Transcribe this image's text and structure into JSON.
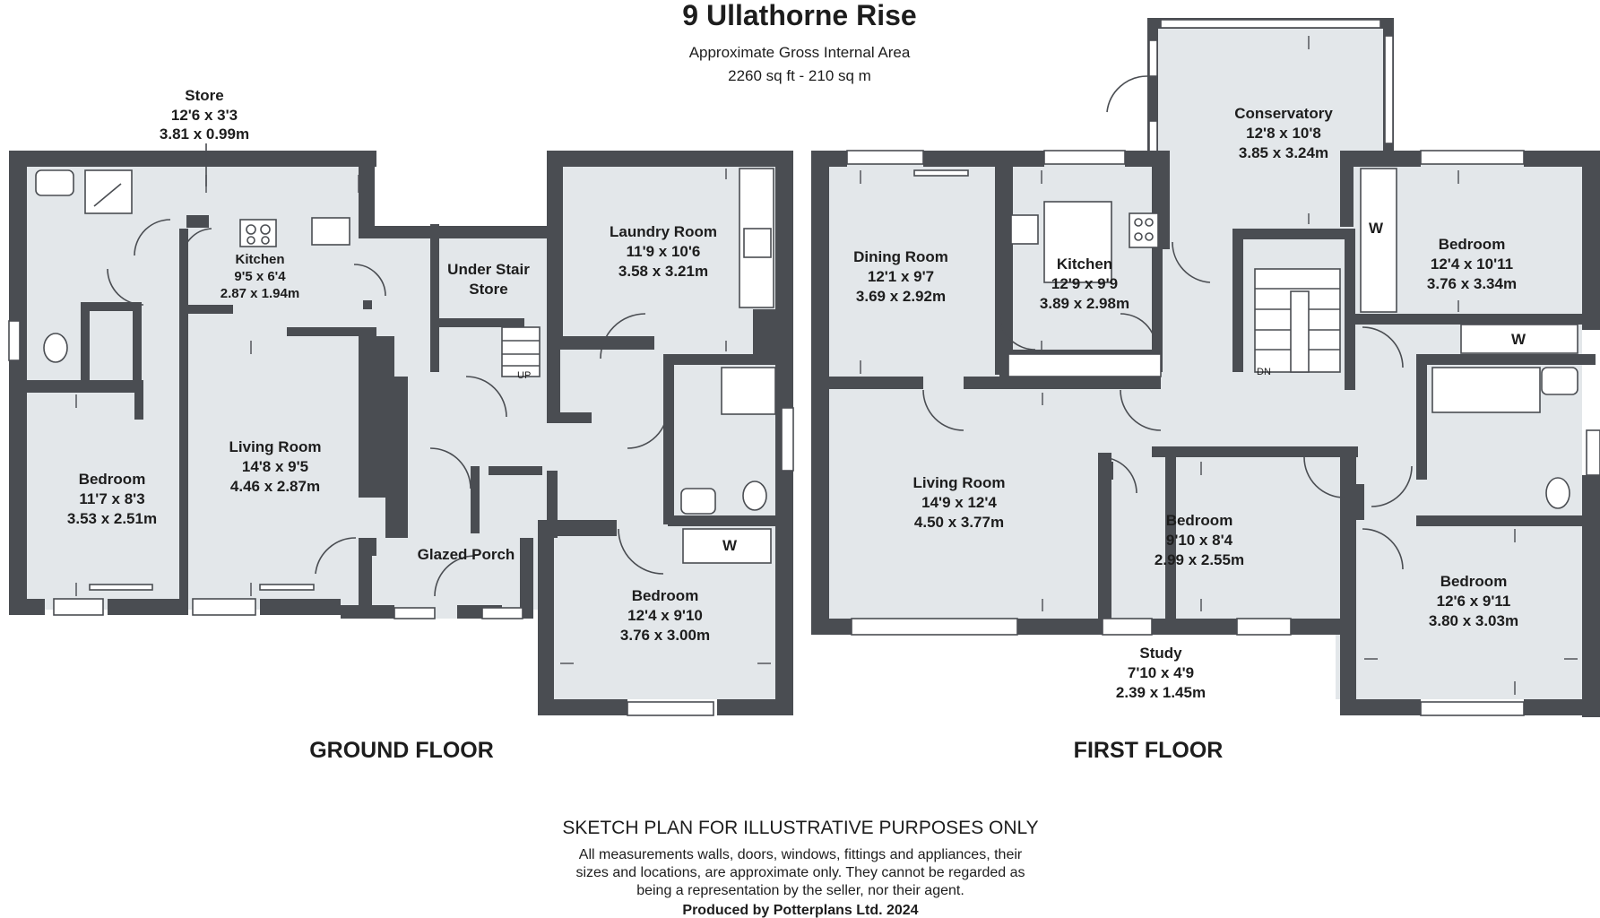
{
  "header": {
    "title": "9 Ullathorne Rise",
    "subtitle": "Approximate Gross Internal Area",
    "area": "2260 sq ft - 210 sq m"
  },
  "ground_floor": {
    "title": "GROUND FLOOR",
    "rooms": [
      {
        "name": "Store",
        "imperial": "12'6 x 3'3",
        "metric": "3.81 x 0.99m"
      },
      {
        "name": "Kitchen",
        "imperial": "9'5 x 6'4",
        "metric": "2.87 x 1.94m"
      },
      {
        "name_line1": "Under Stair",
        "name_line2": "Store"
      },
      {
        "name": "Laundry Room",
        "imperial": "11'9 x 10'6",
        "metric": "3.58 x 3.21m"
      },
      {
        "name": "Bedroom",
        "imperial": "11'7 x 8'3",
        "metric": "3.53 x 2.51m"
      },
      {
        "name": "Living Room",
        "imperial": "14'8 x 9'5",
        "metric": "4.46 x 2.87m"
      },
      {
        "name": "Glazed Porch"
      },
      {
        "name": "Bedroom",
        "imperial": "12'4 x 9'10",
        "metric": "3.76 x 3.00m"
      }
    ],
    "marks": {
      "up": "UP",
      "wardrobe": "W"
    }
  },
  "first_floor": {
    "title": "FIRST FLOOR",
    "rooms": [
      {
        "name": "Conservatory",
        "imperial": "12'8 x 10'8",
        "metric": "3.85 x 3.24m"
      },
      {
        "name": "Dining Room",
        "imperial": "12'1 x 9'7",
        "metric": "3.69 x 2.92m"
      },
      {
        "name": "Kitchen",
        "imperial": "12'9 x 9'9",
        "metric": "3.89 x 2.98m"
      },
      {
        "name": "Bedroom",
        "imperial": "12'4 x 10'11",
        "metric": "3.76 x 3.34m"
      },
      {
        "name": "Living Room",
        "imperial": "14'9 x 12'4",
        "metric": "4.50 x 3.77m"
      },
      {
        "name": "Bedroom",
        "imperial": "9'10 x 8'4",
        "metric": "2.99 x 2.55m"
      },
      {
        "name": "Bedroom",
        "imperial": "12'6 x 9'11",
        "metric": "3.80 x 3.03m"
      },
      {
        "name": "Study",
        "imperial": "7'10 x 4'9",
        "metric": "2.39 x 1.45m"
      }
    ],
    "marks": {
      "down": "DN",
      "wardrobe1": "W",
      "wardrobe2": "W"
    }
  },
  "disclaimer": {
    "heading": "SKETCH PLAN FOR ILLUSTRATIVE PURPOSES ONLY",
    "line1": "All measurements walls, doors, windows, fittings and appliances, their",
    "line2": "sizes and locations, are approximate only. They cannot be regarded as",
    "line3": "being a representation by the seller, nor their agent.",
    "credit": "Produced by Potterplans Ltd. 2024"
  },
  "colors": {
    "wall": "#4a4d52",
    "room_fill": "#e3e7ea",
    "text": "#1d1d1d"
  }
}
